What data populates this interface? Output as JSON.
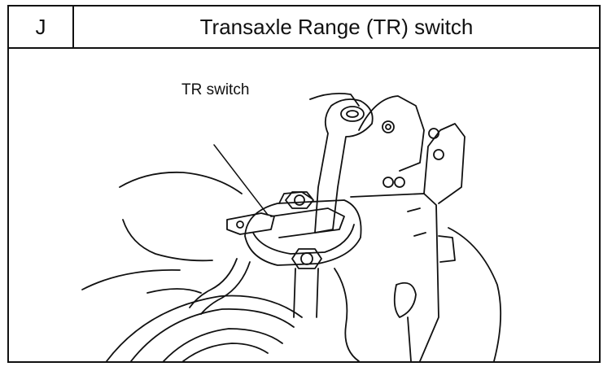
{
  "header": {
    "code": "J",
    "title": "Transaxle Range (TR) switch"
  },
  "illustration": {
    "callout_label": "TR switch"
  }
}
